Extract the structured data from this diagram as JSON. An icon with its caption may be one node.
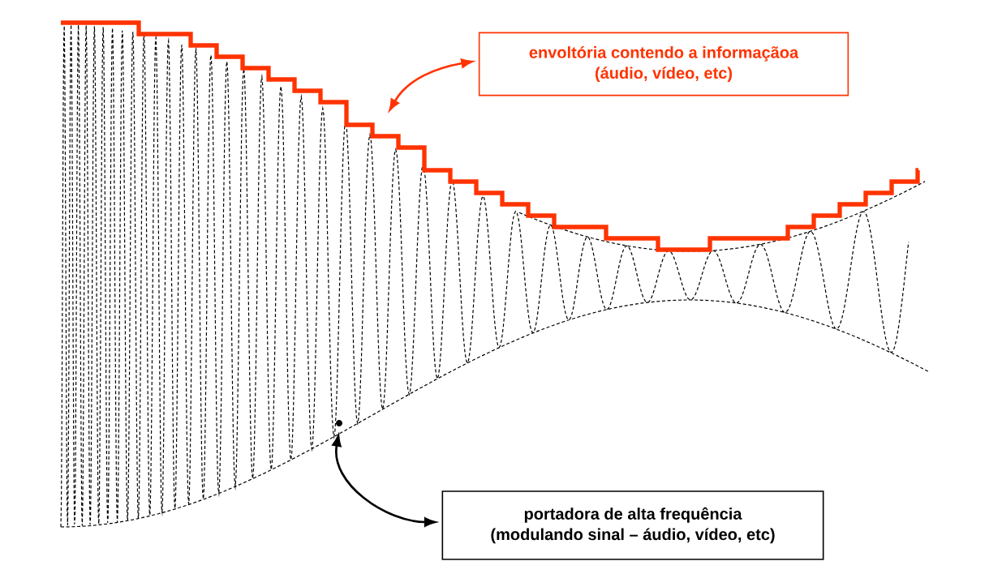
{
  "diagram": {
    "nodes": [
      {
        "text": [
          "envoltória contendo a informaçãoa",
          "(áudio, vídeo, etc)"
        ]
      },
      {
        "text": [],
        "shape": "circle"
      },
      {
        "text": [
          "portadora de alta frequência",
          "(modulando sinal – áudio, vídeo, etc)"
        ]
      }
    ],
    "edges": [
      {
        "from": null,
        "to": 0,
        "arrow": "both",
        "color": "#ff3300"
      },
      {
        "from": 1,
        "to": 2,
        "arrow": "both",
        "color": "#000000"
      }
    ]
  }
}
